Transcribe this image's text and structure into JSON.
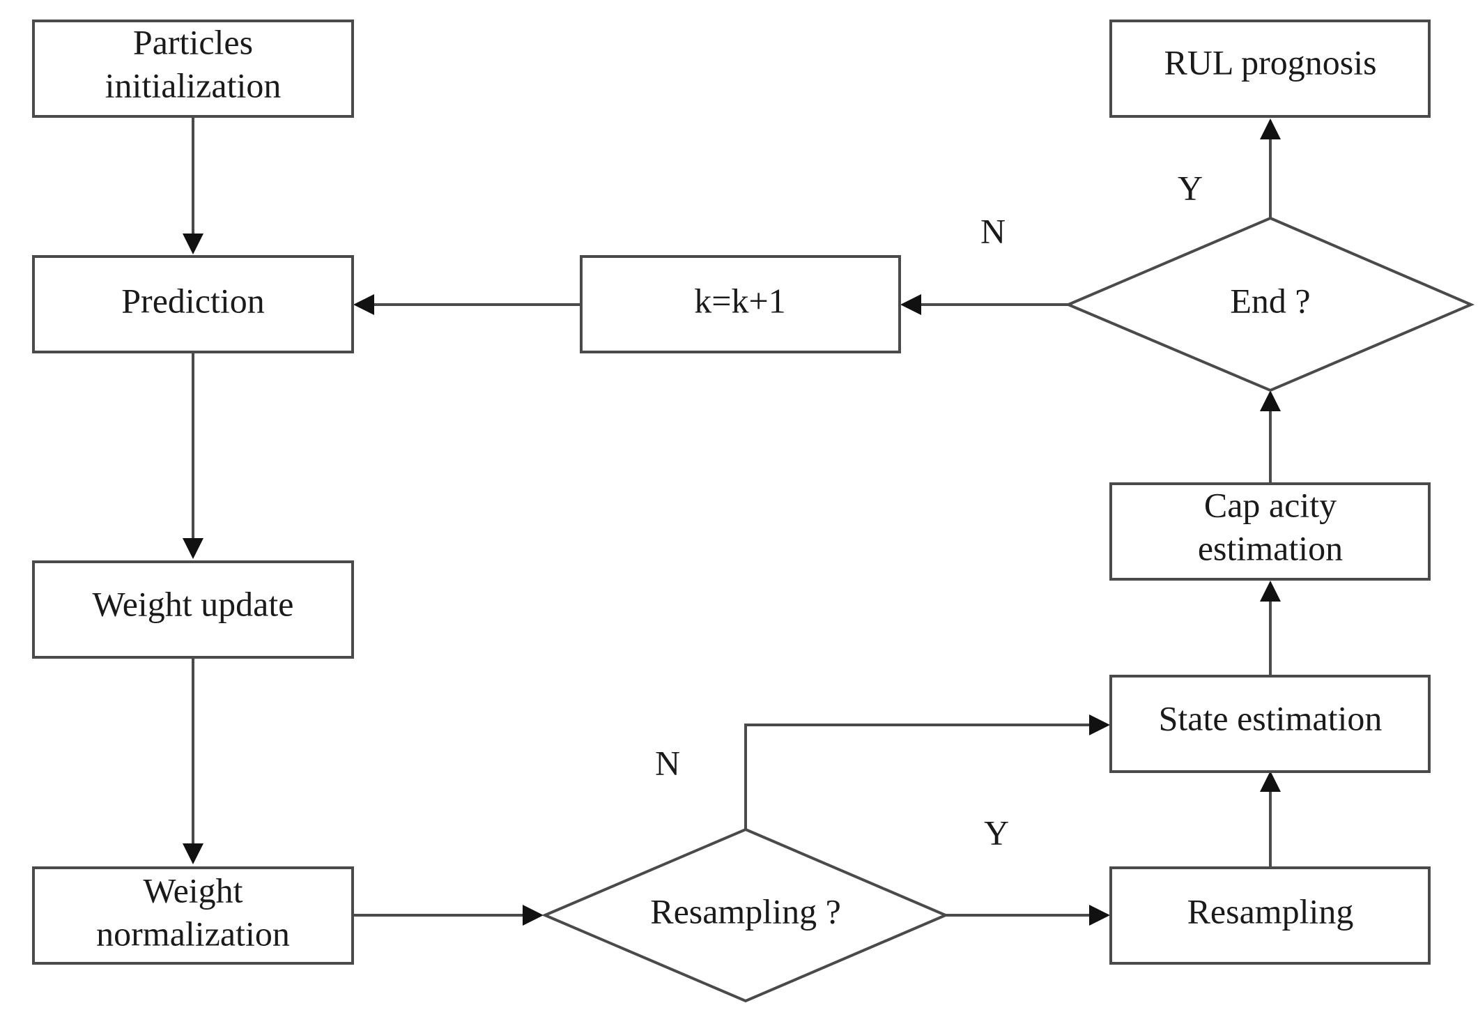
{
  "nodes": {
    "particles_init": {
      "line1": "Particles",
      "line2": "initialization"
    },
    "prediction": {
      "label": "Prediction"
    },
    "weight_update": {
      "label": "Weight update"
    },
    "weight_normalization": {
      "line1": "Weight",
      "line2": "normalization"
    },
    "resampling_decision": {
      "label": "Resampling ?"
    },
    "resampling": {
      "label": "Resampling"
    },
    "state_estimation": {
      "label": "State estimation"
    },
    "capacity_estimation": {
      "line1": "Cap acity",
      "line2": "estimation"
    },
    "end_decision": {
      "label": "End ?"
    },
    "rul_prognosis": {
      "label": "RUL prognosis"
    },
    "increment": {
      "label": "k=k+1"
    }
  },
  "branches": {
    "resampling_no": "N",
    "resampling_yes": "Y",
    "end_no": "N",
    "end_yes": "Y"
  },
  "colors": {
    "line": "#4a4a4a",
    "arrowhead": "#111111",
    "text": "#1a1a1a",
    "background": "#ffffff"
  }
}
